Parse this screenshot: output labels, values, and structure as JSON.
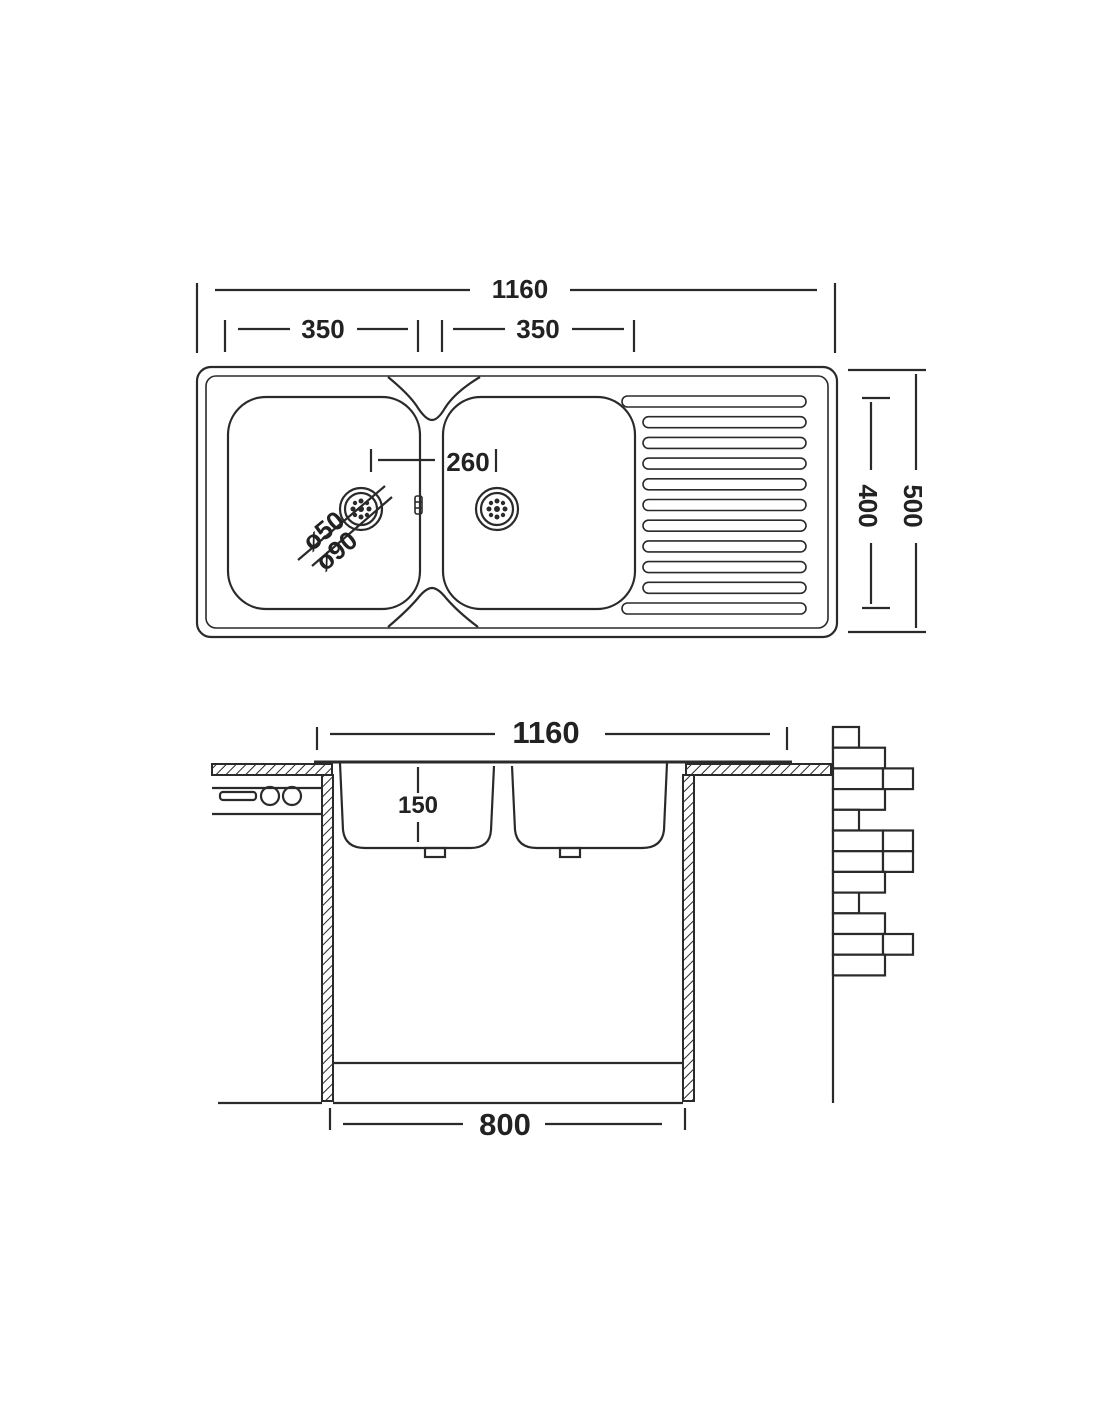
{
  "plan_view": {
    "overall_width": "1160",
    "bowl_left_width": "350",
    "bowl_right_width": "350",
    "drain_spacing": "260",
    "drain_inner_diameter": "ø50",
    "drain_outer_diameter": "ø90",
    "bowl_depth_plan": "400",
    "overall_depth": "500"
  },
  "section_view": {
    "overall_width": "1160",
    "bowl_depth": "150",
    "cabinet_width": "800"
  },
  "colors": {
    "line": "#2a2a2a",
    "background": "#ffffff"
  }
}
